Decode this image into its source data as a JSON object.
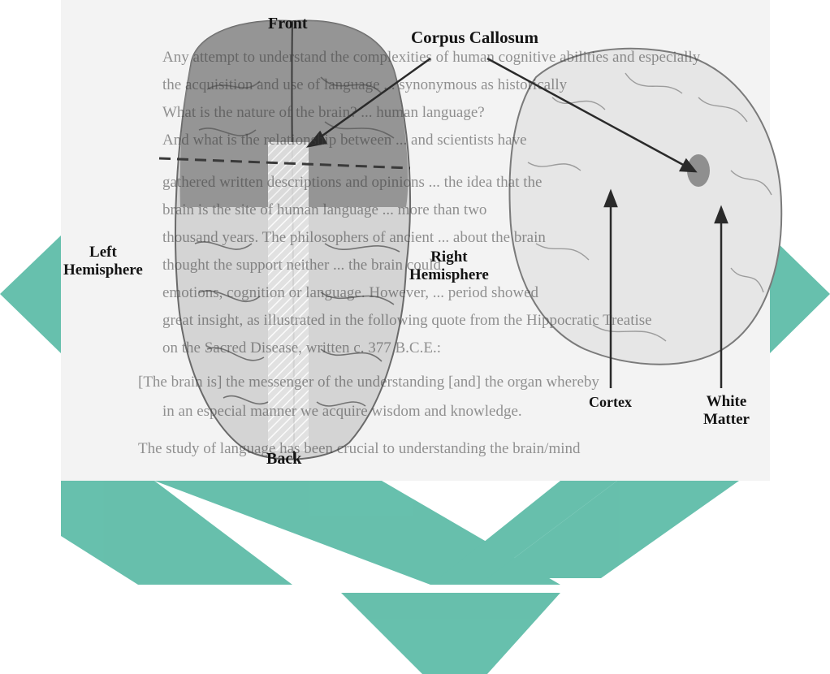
{
  "labels": {
    "front": "Front",
    "corpus_callosum": "Corpus Callosum",
    "left_hemisphere_1": "Left",
    "left_hemisphere_2": "Hemisphere",
    "right_hemisphere_1": "Right",
    "right_hemisphere_2": "Hemisphere",
    "back": "Back",
    "cortex": "Cortex",
    "white_matter_1": "White",
    "white_matter_2": "Matter"
  },
  "background_text": [
    "Any attempt to understand the complexities of human cognitive abilities and especially",
    "the acquisition and use of language ... synonymous as historically",
    "What is the nature of the brain? ... human language?",
    "And what is the relationship between ... and scientists have",
    "gathered written descriptions and opinions ... the idea that the",
    "brain is the site of human language ... more than two",
    "thousand years. The philosophers of ancient ... about the brain",
    "thought the support neither ... the brain could",
    "emotions, cognition or language. However, ... period showed",
    "great insight, as illustrated in the following quote from the Hippocratic Treatise",
    "on the Sacred Disease, written c. 377 B.C.E.:",
    "[The brain is] the messenger of the understanding [and] the organ whereby",
    "in an especial manner we acquire wisdom and knowledge.",
    "The study of language has been crucial to understanding the brain/mind"
  ],
  "colors": {
    "watermark": "#57b9a4",
    "shaded_region": "#8a8a8a",
    "brain_light": "#c9c9c9"
  }
}
